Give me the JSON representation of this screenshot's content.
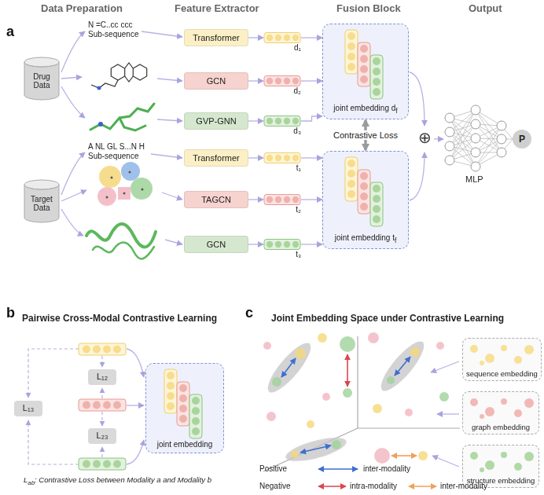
{
  "diagram": {
    "nodes": [
      {
        "text": [
          "Drug Data"
        ]
      },
      {
        "text": [
          "Transformer"
        ]
      },
      {
        "text": [
          "GCN"
        ]
      },
      {
        "text": [
          "GVP-GNN"
        ]
      },
      {
        "text": [
          "d₁"
        ]
      },
      {
        "text": [
          "d₂"
        ]
      },
      {
        "text": [
          "d₃"
        ]
      },
      {
        "text": [
          "joint embedding d",
          "f"
        ]
      },
      {
        "text": [
          "Target Data"
        ]
      },
      {
        "text": [
          "Transformer"
        ]
      },
      {
        "text": [
          "TAGCN"
        ]
      },
      {
        "text": [
          "GCN"
        ]
      },
      {
        "text": [
          "t₁"
        ]
      },
      {
        "text": [
          "t₂"
        ]
      },
      {
        "text": [
          "t₃"
        ]
      },
      {
        "text": [
          "joint embedding t",
          "f"
        ]
      },
      {
        "text": [
          "P"
        ]
      },
      {
        "text": [
          "L₁₂"
        ]
      },
      {
        "text": [
          "L₂₃"
        ]
      },
      {
        "text": [
          "L₁₃"
        ]
      },
      {
        "text": [
          "joint embedding"
        ]
      },
      {
        "text": [
          "sequence embedding"
        ]
      },
      {
        "text": [
          "graph embedding"
        ]
      },
      {
        "text": [
          "structure embedding"
        ]
      }
    ],
    "edges": [
      {
        "from": 1,
        "to": 4,
        "arrow": "to"
      },
      {
        "from": 2,
        "to": 5,
        "arrow": "to"
      },
      {
        "from": 3,
        "to": 6,
        "arrow": "to"
      },
      {
        "from": 9,
        "to": 12,
        "arrow": "to"
      },
      {
        "from": 10,
        "to": 13,
        "arrow": "to"
      },
      {
        "from": 11,
        "to": 14,
        "arrow": "to"
      },
      {
        "from": 4,
        "to": 7,
        "arrow": "to"
      },
      {
        "from": 5,
        "to": 7,
        "arrow": "to"
      },
      {
        "from": 6,
        "to": 7,
        "arrow": "to"
      },
      {
        "from": 12,
        "to": 15,
        "arrow": "to"
      },
      {
        "from": 13,
        "to": 15,
        "arrow": "to"
      },
      {
        "from": 14,
        "to": 15,
        "arrow": "to"
      },
      {
        "from": 7,
        "to": 15,
        "label": "Contrastive Loss",
        "arrow": "both"
      }
    ],
    "labels": [
      "a",
      "Data Preparation",
      "Feature Extractor",
      "Fusion Block",
      "Output",
      "N =C..cc ccc",
      "Sub-sequence",
      "A NL GL S...N H",
      "Sub-sequence",
      "⊕",
      "MLP",
      "b",
      "Pairwise Cross-Modal Contrastive Learning",
      "L",
      "ab",
      ": Contrastive Loss between Modality a and Modality b",
      "c",
      "Joint Embedding Space under Contrastive Learning",
      "Positive",
      "Negative"
    ],
    "legend": [
      {
        "text": "inter-modality"
      },
      {
        "text": "intra-modality"
      },
      {
        "text": "inter-modality"
      }
    ]
  }
}
